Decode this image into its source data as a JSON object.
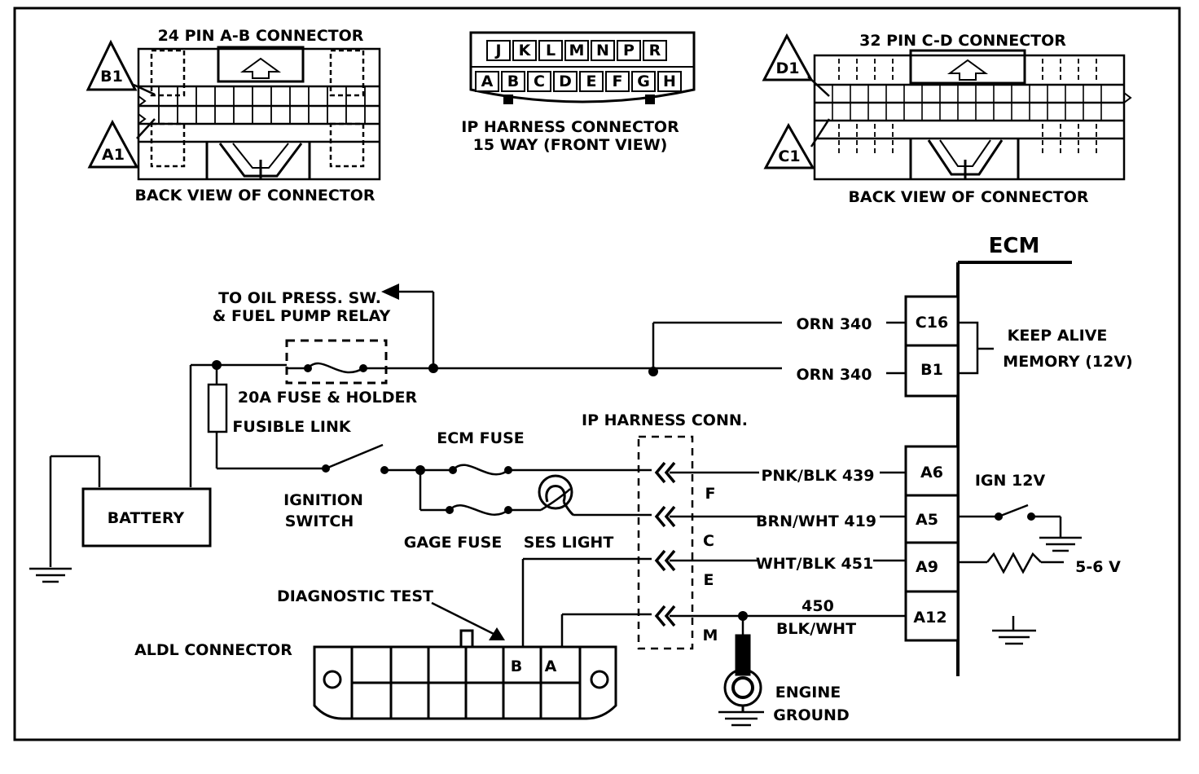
{
  "connectors": {
    "ab": {
      "title": "24 PIN A-B  CONNECTOR",
      "caption": "BACK VIEW OF CONNECTOR",
      "pin_top": "B1",
      "pin_bottom": "A1"
    },
    "ip": {
      "top_letters": [
        "J",
        "K",
        "L",
        "M",
        "N",
        "P",
        "R"
      ],
      "bottom_letters": [
        "A",
        "B",
        "C",
        "D",
        "E",
        "F",
        "G",
        "H"
      ],
      "caption_line1": "IP HARNESS CONNECTOR",
      "caption_line2": "15 WAY (FRONT VIEW)"
    },
    "cd": {
      "title": "32 PIN C-D  CONNECTOR",
      "caption": "BACK VIEW OF CONNECTOR",
      "pin_top": "D1",
      "pin_bottom": "C1"
    }
  },
  "ecm": {
    "label": "ECM",
    "pins": {
      "c16": "C16",
      "b1": "B1",
      "a6": "A6",
      "a5": "A5",
      "a9": "A9",
      "a12": "A12"
    }
  },
  "wires": {
    "orn340_top": "ORN 340",
    "orn340_bottom": "ORN 340",
    "pnk_blk": "PNK/BLK 439",
    "brn_wht": "BRN/WHT 419",
    "wht_blk": "WHT/BLK 451",
    "w450_num": "450",
    "w450_color": "BLK/WHT"
  },
  "labels": {
    "to_oil_line1": "TO OIL PRESS. SW.",
    "to_oil_line2": "& FUEL PUMP RELAY",
    "fuse_holder": "20A FUSE & HOLDER",
    "fusible_link": "FUSIBLE LINK",
    "battery": "BATTERY",
    "ignition_line1": "IGNITION",
    "ignition_line2": "SWITCH",
    "ecm_fuse": "ECM FUSE",
    "gage_fuse": "GAGE FUSE",
    "ses_light": "SES  LIGHT",
    "ip_conn": "IP HARNESS  CONN.",
    "keep_alive_line1": "KEEP ALIVE",
    "keep_alive_line2": "MEMORY (12V)",
    "ign12v": "IGN 12V",
    "volts": "5-6 V",
    "diagnostic_test": "DIAGNOSTIC TEST",
    "aldl": "ALDL CONNECTOR",
    "aldl_b": "B",
    "aldl_a": "A",
    "engine_ground_line1": "ENGINE",
    "engine_ground_line2": "GROUND"
  },
  "ip_letters": {
    "f": "F",
    "c": "C",
    "e": "E",
    "m": "M"
  }
}
